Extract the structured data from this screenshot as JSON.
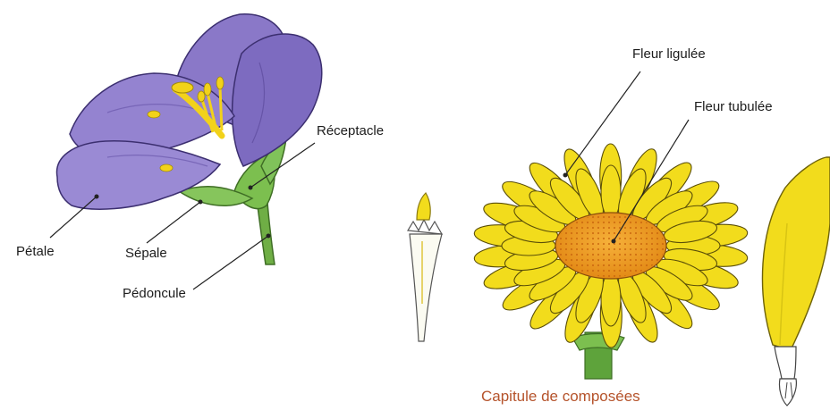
{
  "labels": {
    "petale": "Pétale",
    "sepale": "Sépale",
    "pedoncule": "Pédoncule",
    "receptacle": "Réceptacle",
    "fleur_ligulee": "Fleur ligulée",
    "fleur_tubulee": "Fleur tubulée"
  },
  "caption": "Capitule de composées",
  "colors": {
    "petal_purple": "#8a78c8",
    "petal_dark": "#5c4a9c",
    "sepal_green": "#6fae45",
    "ray_yellow": "#f2dc1c",
    "disc_orange": "#eb9a1f",
    "caption": "#b5532b"
  }
}
